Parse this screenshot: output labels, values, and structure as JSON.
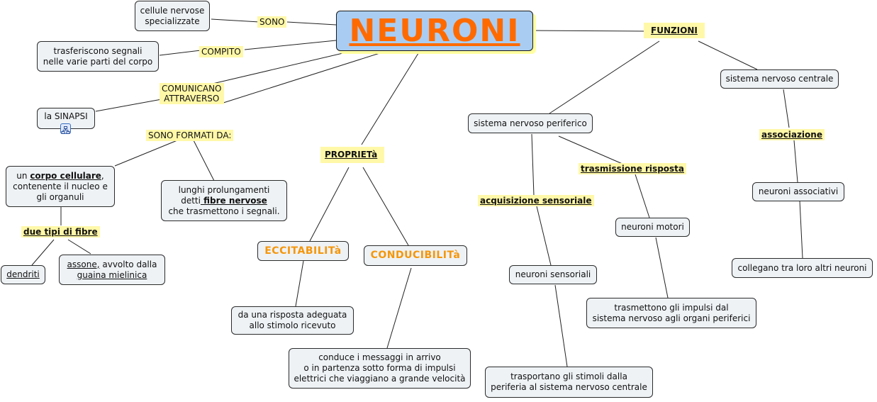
{
  "central": {
    "title": "NEURONI"
  },
  "labels": {
    "sono": "SONO",
    "compito": "COMPITO",
    "comunicano_1": "COMUNICANO",
    "comunicano_2": "ATTRAVERSO",
    "sono_formati": "SONO FORMATI DA:",
    "proprieta": "PROPRIETà",
    "funzioni": "FUNZIONI",
    "due_tipi": "due tipi di fibre",
    "associazione": "associazione",
    "trasmissione": "trasmissione risposta",
    "acquisizione": "acquisizione sensoriale"
  },
  "nodes": {
    "cellule_1": "cellule nervose",
    "cellule_2": "specializzate",
    "trasferiscono_1": "trasferiscono segnali",
    "trasferiscono_2": "nelle varie parti del corpo",
    "sinapsi": "la SINAPSI",
    "corpo_pre": "un ",
    "corpo_bold": "corpo cellulare",
    "corpo_post": ",",
    "corpo_2": "contenente il nucleo e",
    "corpo_3": "gli organuli",
    "prolung_1": "lunghi prolungamenti",
    "prolung_2a": "detti",
    "prolung_2b": " fibre nervose",
    "prolung_3": "che trasmettono i segnali.",
    "dendriti": "dendriti",
    "assone_a": "assone,",
    "assone_b": " avvolto dalla",
    "assone_c": "guaina mielinica",
    "eccitabilita": "ECCITABILITà",
    "conducibilita": "CONDUCIBILITà",
    "risposta_1": "da una risposta adeguata",
    "risposta_2": "allo stimolo ricevuto",
    "conduce_1": "conduce i messaggi in arrivo",
    "conduce_2": "o in partenza sotto forma di impulsi",
    "conduce_3": "elettrici che viaggiano a grande velocità",
    "snp": "sistema nervoso periferico",
    "snc": "sistema nervoso centrale",
    "sensoriali": "neuroni sensoriali",
    "motori": "neuroni motori",
    "associativi": "neuroni associativi",
    "collegano": "collegano tra loro altri neuroni",
    "trasmettono_1": "trasmettono gli impulsi dal",
    "trasmettono_2": "sistema nervoso agli organi periferici",
    "trasportano_1": "trasportano gli stimoli dalla",
    "trasportano_2": "periferia al sistema nervoso centrale"
  },
  "icons": {
    "sinapsi_link": "map-link-icon"
  },
  "colors": {
    "central_bg": "#a9cdf2",
    "central_text": "#ff6a00",
    "label_bg": "#fff8a8",
    "accent_orange": "#f5960a"
  }
}
